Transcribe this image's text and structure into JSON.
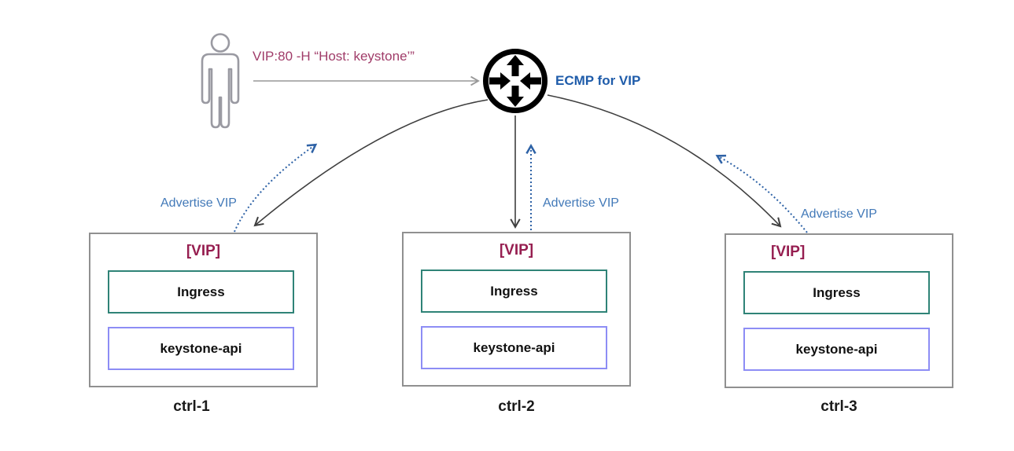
{
  "request": {
    "label": "VIP:80 -H “Host: keystone’”"
  },
  "router": {
    "label": "ECMP for VIP"
  },
  "advertise": {
    "left": "Advertise VIP",
    "middle": "Advertise VIP",
    "right": "Advertise VIP"
  },
  "nodes": [
    {
      "label": "ctrl-1",
      "vip": "[VIP]",
      "services": [
        "Ingress",
        "keystone-api"
      ]
    },
    {
      "label": "ctrl-2",
      "vip": "[VIP]",
      "services": [
        "Ingress",
        "keystone-api"
      ]
    },
    {
      "label": "ctrl-3",
      "vip": "[VIP]",
      "services": [
        "Ingress",
        "keystone-api"
      ]
    }
  ],
  "icons": {
    "client": "person-icon",
    "router": "router-icon"
  },
  "colors": {
    "request_text": "#a03c69",
    "vip_text": "#961e50",
    "ecmp_text": "#1f5caa",
    "advertise_text": "#4279b8",
    "advertise_arrow": "#2e62a6",
    "solid_arrow": "#3f3f3f",
    "request_arrow": "#999999",
    "node_border": "#909090",
    "ingress_border": "#2f8377",
    "keystone_border": "#8d8df5",
    "person_outline": "#9a9aa2",
    "router_color": "#000000"
  }
}
